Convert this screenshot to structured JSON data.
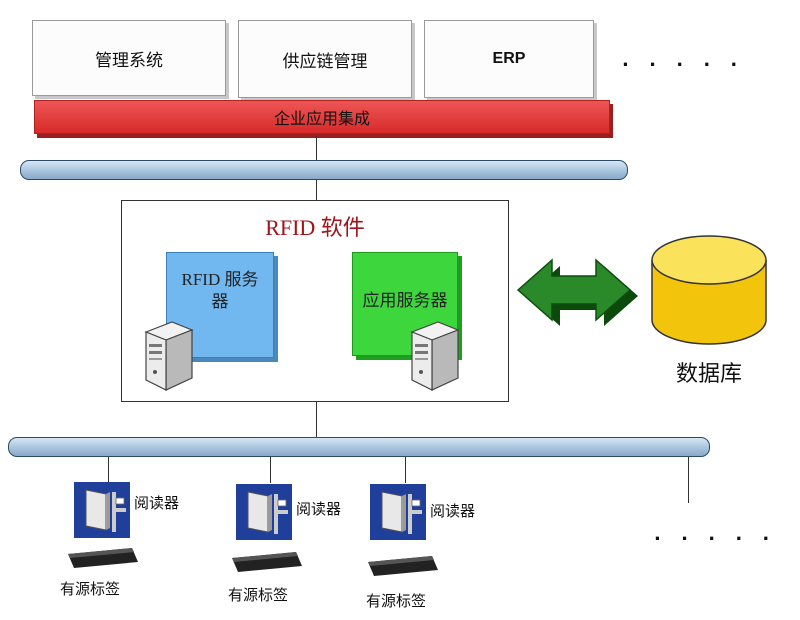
{
  "top_systems": [
    "管理系统",
    "供应链管理",
    "ERP"
  ],
  "top_ellipsis": ". . . . .",
  "integration_label": "企业应用集成",
  "rfid_panel_title": "RFID 软件",
  "rfid_server_label": [
    "RFID 服务",
    "器"
  ],
  "app_server_label": "应用服务器",
  "database_label": "数据库",
  "readers": [
    {
      "reader": "阅读器",
      "tag": "有源标签"
    },
    {
      "reader": "阅读器",
      "tag": "有源标签"
    },
    {
      "reader": "阅读器",
      "tag": "有源标签"
    }
  ],
  "bottom_ellipsis": ". . . . .",
  "colors": {
    "integration": "#e23b3b",
    "rfid_server": "#71b8f0",
    "app_server": "#3dd63d",
    "database": "#f5cc10",
    "arrow": "#1f6e1f",
    "panel_title": "#a0141c",
    "reader_icon": "#1f3f9a"
  }
}
